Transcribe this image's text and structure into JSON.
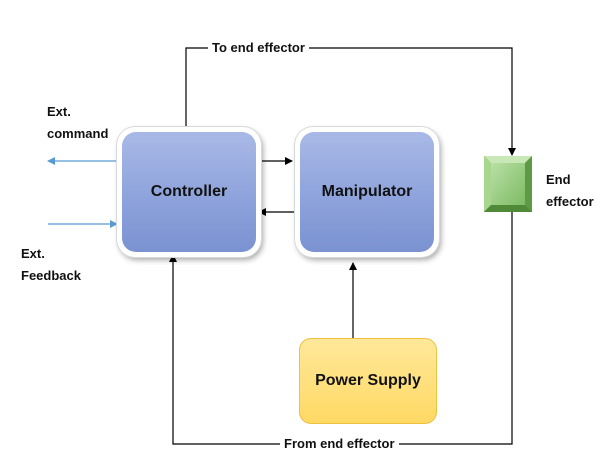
{
  "diagram": {
    "blocks": {
      "controller": "Controller",
      "manipulator": "Manipulator",
      "power_supply": "Power Supply"
    },
    "labels": {
      "to_end_effector": "To end effector",
      "from_end_effector": "From end effector",
      "ext_command_line1": "Ext.",
      "ext_command_line2": "command",
      "ext_feedback_line1": "Ext.",
      "ext_feedback_line2": "Feedback",
      "end_effector_line1": "End",
      "end_effector_line2": "effector"
    },
    "colors": {
      "block_blue": "#8ea3dc",
      "power_yellow": "#ffd964",
      "end_effector_green": "#8fc97a",
      "external_arrow_blue": "#5b9bd5",
      "connector_black": "#000000"
    }
  }
}
